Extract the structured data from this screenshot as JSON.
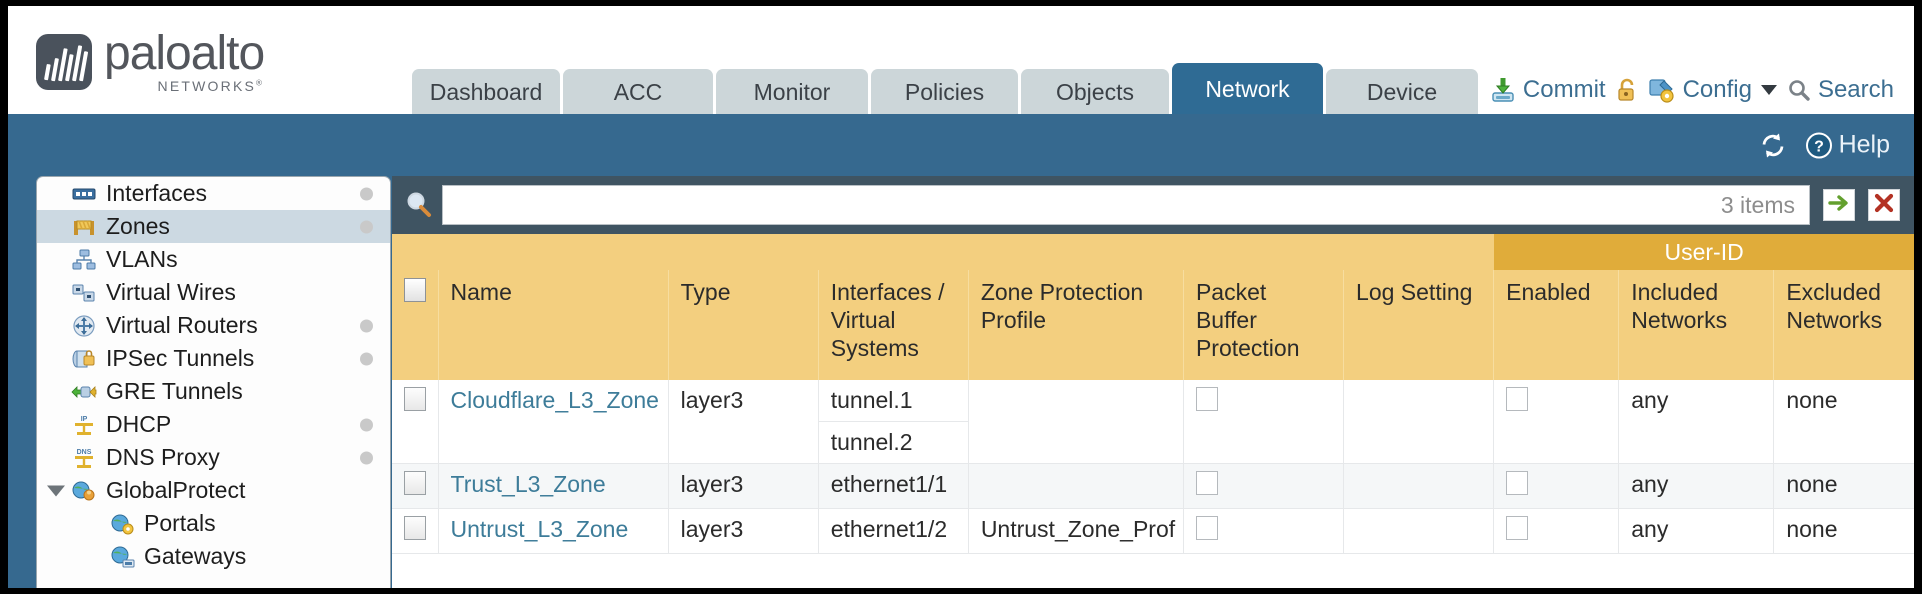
{
  "brand": {
    "name": "paloalto",
    "tagline": "NETWORKS",
    "registered": "®"
  },
  "nav_tabs": [
    {
      "label": "Dashboard",
      "active": false
    },
    {
      "label": "ACC",
      "active": false
    },
    {
      "label": "Monitor",
      "active": false
    },
    {
      "label": "Policies",
      "active": false
    },
    {
      "label": "Objects",
      "active": false
    },
    {
      "label": "Network",
      "active": true
    },
    {
      "label": "Device",
      "active": false
    }
  ],
  "toolbar": {
    "commit_label": "Commit",
    "commit_icon": "commit-save-icon",
    "lock_icon": "unlock-padlock-icon",
    "config_label": "Config",
    "config_icon": "config-wrench-key-icon",
    "config_caret": "chevron-down-icon",
    "search_label": "Search",
    "search_icon": "search-magnifier-icon"
  },
  "bluebar": {
    "refresh_icon": "refresh-icon",
    "help_label": "Help",
    "help_icon": "help-question-icon"
  },
  "sidebar": {
    "items": [
      {
        "label": "Interfaces",
        "icon": "interfaces-icon",
        "dot": true,
        "selected": false,
        "child": false,
        "arrow": false
      },
      {
        "label": "Zones",
        "icon": "zones-icon",
        "dot": true,
        "selected": true,
        "child": false,
        "arrow": false
      },
      {
        "label": "VLANs",
        "icon": "vlans-icon",
        "dot": false,
        "selected": false,
        "child": false,
        "arrow": false
      },
      {
        "label": "Virtual Wires",
        "icon": "virtual-wires-icon",
        "dot": false,
        "selected": false,
        "child": false,
        "arrow": false
      },
      {
        "label": "Virtual Routers",
        "icon": "virtual-routers-icon",
        "dot": true,
        "selected": false,
        "child": false,
        "arrow": false
      },
      {
        "label": "IPSec Tunnels",
        "icon": "ipsec-tunnels-icon",
        "dot": true,
        "selected": false,
        "child": false,
        "arrow": false
      },
      {
        "label": "GRE Tunnels",
        "icon": "gre-tunnels-icon",
        "dot": false,
        "selected": false,
        "child": false,
        "arrow": false
      },
      {
        "label": "DHCP",
        "icon": "dhcp-icon",
        "dot": true,
        "selected": false,
        "child": false,
        "arrow": false
      },
      {
        "label": "DNS Proxy",
        "icon": "dns-proxy-icon",
        "dot": true,
        "selected": false,
        "child": false,
        "arrow": false
      },
      {
        "label": "GlobalProtect",
        "icon": "globalprotect-icon",
        "dot": false,
        "selected": false,
        "child": false,
        "arrow": true
      },
      {
        "label": "Portals",
        "icon": "portals-icon",
        "dot": false,
        "selected": false,
        "child": true,
        "arrow": false
      },
      {
        "label": "Gateways",
        "icon": "gateways-icon",
        "dot": false,
        "selected": false,
        "child": true,
        "arrow": false
      }
    ]
  },
  "filter": {
    "search_icon": "search-magnifier-icon",
    "query": "",
    "placeholder": "",
    "item_count": "3 items",
    "apply_icon": "apply-filter-arrow-icon",
    "clear_icon": "clear-filter-x-icon"
  },
  "table": {
    "group_header": {
      "label": "User-ID",
      "spans": 3
    },
    "columns": [
      {
        "key": "checkbox",
        "label": ""
      },
      {
        "key": "name",
        "label": "Name"
      },
      {
        "key": "type",
        "label": "Type"
      },
      {
        "key": "interfaces",
        "label": "Interfaces / Virtual Systems"
      },
      {
        "key": "zone_protection",
        "label": "Zone Protection Profile"
      },
      {
        "key": "packet_buffer",
        "label": "Packet Buffer Protection"
      },
      {
        "key": "log_setting",
        "label": "Log Setting"
      },
      {
        "key": "userid_enabled",
        "label": "Enabled"
      },
      {
        "key": "included_networks",
        "label": "Included Networks"
      },
      {
        "key": "excluded_networks",
        "label": "Excluded Networks"
      }
    ],
    "rows": [
      {
        "selected": false,
        "name": "Cloudflare_L3_Zone",
        "type": "layer3",
        "interfaces": [
          "tunnel.1",
          "tunnel.2"
        ],
        "zone_protection": "",
        "packet_buffer_checked": false,
        "log_setting": "",
        "userid_enabled_checked": false,
        "included_networks": "any",
        "excluded_networks": "none"
      },
      {
        "selected": false,
        "name": "Trust_L3_Zone",
        "type": "layer3",
        "interfaces": [
          "ethernet1/1"
        ],
        "zone_protection": "",
        "packet_buffer_checked": false,
        "log_setting": "",
        "userid_enabled_checked": false,
        "included_networks": "any",
        "excluded_networks": "none"
      },
      {
        "selected": false,
        "name": "Untrust_L3_Zone",
        "type": "layer3",
        "interfaces": [
          "ethernet1/2"
        ],
        "zone_protection": "Untrust_Zone_Prof",
        "packet_buffer_checked": false,
        "log_setting": "",
        "userid_enabled_checked": false,
        "included_networks": "any",
        "excluded_networks": "none"
      }
    ]
  },
  "colors": {
    "brand_gray": "#53565c",
    "header_blue": "#36698f",
    "active_tab": "#2f6b94",
    "tab_gray": "#ccd6d9",
    "table_header_gold": "#f3cf7f",
    "group_header_gold": "#e0ac3a",
    "link_blue": "#3d7c99",
    "toolbar_slate": "#3f5462"
  }
}
